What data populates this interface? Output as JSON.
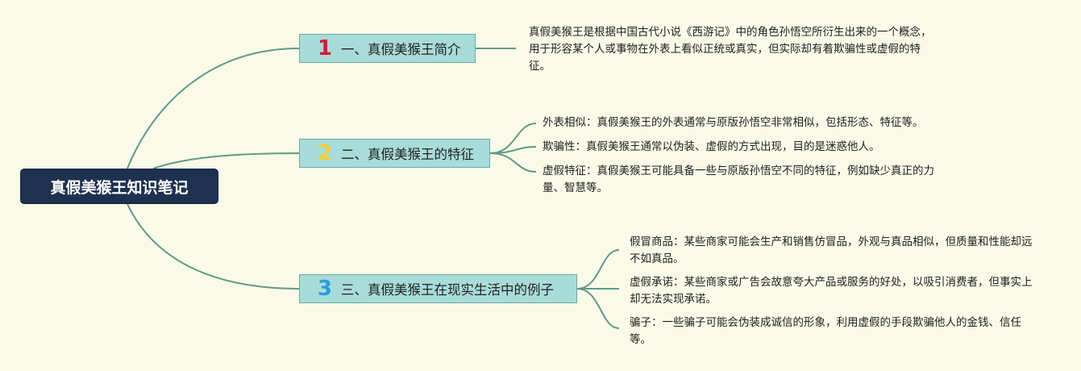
{
  "root": {
    "label": "真假美猴王知识笔记"
  },
  "branches": [
    {
      "number": "1",
      "number_color": "#d7193e",
      "label": "一、真假美猴王简介",
      "leaves": [
        {
          "text": "真假美猴王是根据中国古代小说《西游记》中的角色孙悟空所衍生出来的一个概念，用于形容某个人或事物在外表上看似正统或真实，但实际却有着欺骗性或虚假的特征。"
        }
      ]
    },
    {
      "number": "2",
      "number_color": "#f0cf3a",
      "label": "二、真假美猴王的特征",
      "leaves": [
        {
          "text": "外表相似：真假美猴王的外表通常与原版孙悟空非常相似，包括形态、特征等。"
        },
        {
          "text": "欺骗性：真假美猴王通常以伪装、虚假的方式出现，目的是迷惑他人。"
        },
        {
          "text": "虚假特征：真假美猴王可能具备一些与原版孙悟空不同的特征，例如缺少真正的力量、智慧等。"
        }
      ]
    },
    {
      "number": "3",
      "number_color": "#2a9be0",
      "label": "三、真假美猴王在现实生活中的例子",
      "leaves": [
        {
          "text": "假冒商品：某些商家可能会生产和销售仿冒品，外观与真品相似，但质量和性能却远不如真品。"
        },
        {
          "text": "虚假承诺：某些商家或广告会故意夸大产品或服务的好处，以吸引消费者，但事实上却无法实现承诺。"
        },
        {
          "text": "骗子：一些骗子可能会伪装成诚信的形象，利用虚假的手段欺骗他人的金钱、信任等。"
        }
      ]
    }
  ],
  "colors": {
    "background": "#fafae8",
    "root_fill": "#1f3150",
    "branch_fill": "#a8dcd8",
    "connector": "#5f9a8a"
  }
}
